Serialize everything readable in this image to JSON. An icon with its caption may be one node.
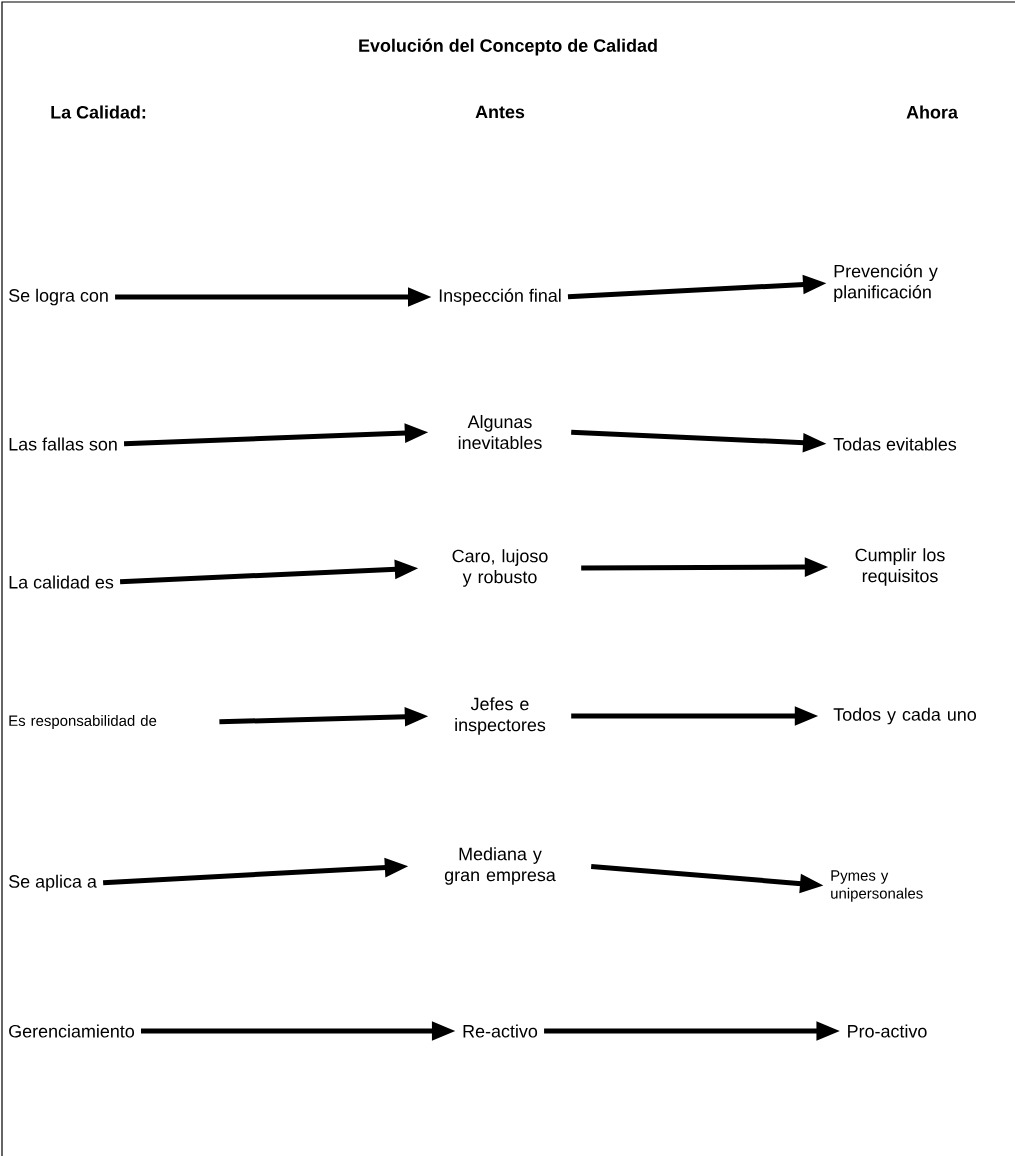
{
  "diagram": {
    "title": "Evolución del Concepto de Calidad",
    "nodes": [
      {
        "text": [
          "Se logra con"
        ]
      },
      {
        "text": [
          "Inspección final"
        ]
      },
      {
        "text": [
          "Prevención y planificación"
        ]
      },
      {
        "text": [
          "Las fallas son"
        ]
      },
      {
        "text": [
          "Algunas inevitables"
        ]
      },
      {
        "text": [
          "Todas evitables"
        ]
      },
      {
        "text": [
          "La calidad es"
        ]
      },
      {
        "text": [
          "Caro, lujoso y robusto"
        ]
      },
      {
        "text": [
          "Cumplir los requisitos"
        ]
      },
      {
        "text": [
          "Es responsabilidad de"
        ]
      },
      {
        "text": [
          "Jefes e inspectores"
        ]
      },
      {
        "text": [
          "Todos y cada uno"
        ]
      },
      {
        "text": [
          "Se aplica a"
        ]
      },
      {
        "text": [
          "Mediana y gran empresa"
        ]
      },
      {
        "text": [
          "Pymes y unipersonales"
        ]
      },
      {
        "text": [
          "Gerenciamiento"
        ]
      },
      {
        "text": [
          "Re-activo"
        ]
      },
      {
        "text": [
          "Pro-activo"
        ]
      }
    ],
    "edges": [
      {
        "from": 0,
        "to": 1,
        "arrow": "to"
      },
      {
        "from": 1,
        "to": 2,
        "arrow": "to"
      },
      {
        "from": 3,
        "to": 4,
        "arrow": "to"
      },
      {
        "from": 4,
        "to": 5,
        "arrow": "to"
      },
      {
        "from": 6,
        "to": 7,
        "arrow": "to"
      },
      {
        "from": 7,
        "to": 8,
        "arrow": "to"
      },
      {
        "from": 9,
        "to": 10,
        "arrow": "to"
      },
      {
        "from": 10,
        "to": 11,
        "arrow": "to"
      },
      {
        "from": 12,
        "to": 13,
        "arrow": "to"
      },
      {
        "from": 13,
        "to": 14,
        "arrow": "to"
      },
      {
        "from": 15,
        "to": 16,
        "arrow": "to"
      },
      {
        "from": 16,
        "to": 17,
        "arrow": "to"
      }
    ],
    "labels": [
      "La Calidad:",
      "Antes",
      "Ahora"
    ]
  }
}
